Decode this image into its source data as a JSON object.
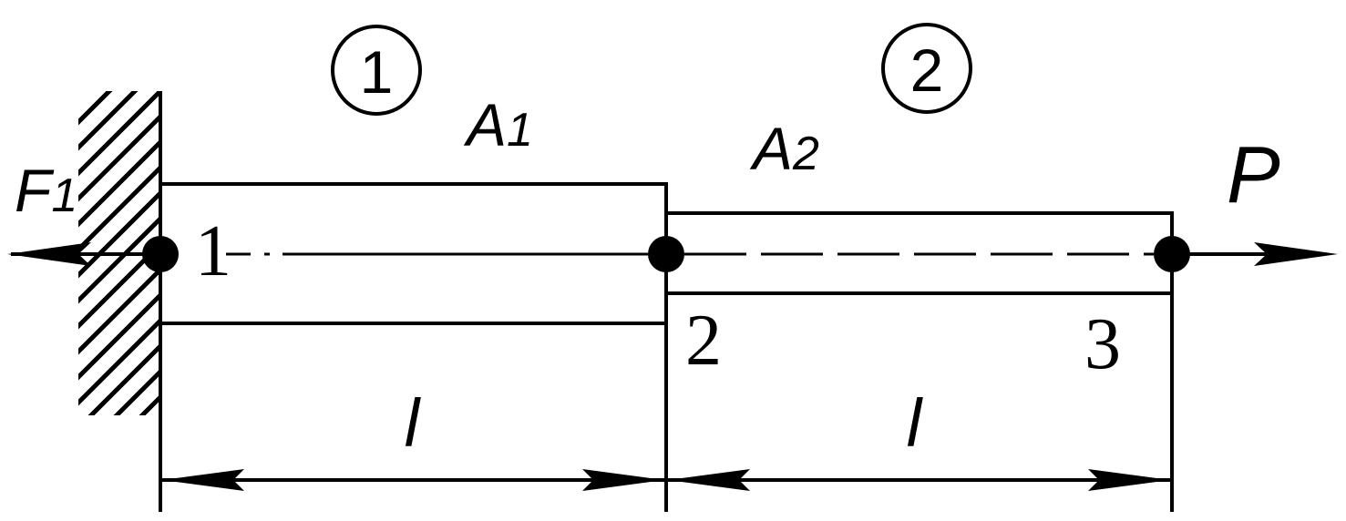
{
  "elements": {
    "element_1_label": "1",
    "element_2_label": "2"
  },
  "areas": {
    "a1_letter": "A",
    "a1_sub": "1",
    "a2_letter": "A",
    "a2_sub": "2"
  },
  "forces": {
    "reaction_letter": "F",
    "reaction_sub": "1",
    "load": "P"
  },
  "nodes": {
    "node_1": "1",
    "node_2": "2",
    "node_3": "3"
  },
  "dimensions": {
    "length_1": "l",
    "length_2": "l"
  }
}
